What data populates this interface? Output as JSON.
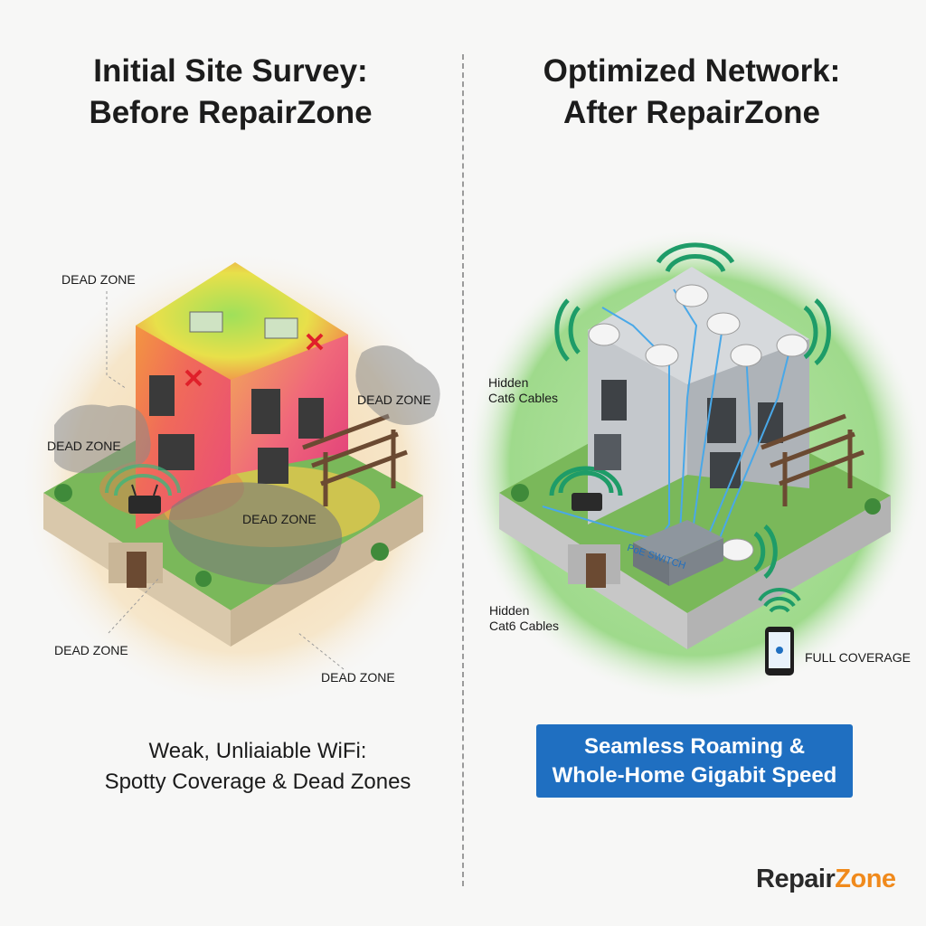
{
  "left_panel": {
    "title_line1": "Initial Site Survey:",
    "title_line2": "Before RepairZone",
    "callouts": {
      "dead_zone_1": "DEAD ZONE",
      "dead_zone_2": "DEAD ZONE",
      "dead_zone_3": "DEAD ZONE",
      "dead_zone_4": "DEAD ZONE",
      "dead_zone_5": "DEAD ZONE",
      "dead_zone_6": "DEAD ZONE"
    },
    "caption_line1": "Weak, Unliaiable WiFi:",
    "caption_line2": "Spotty Coverage & Dead Zones"
  },
  "right_panel": {
    "title_line1": "Optimized Network:",
    "title_line2": "After RepairZone",
    "callouts": {
      "hidden_cables_1_line1": "Hidden",
      "hidden_cables_1_line2": "Cat6 Cables",
      "hidden_cables_2_line1": "Hidden",
      "hidden_cables_2_line2": "Cat6 Cables",
      "full_coverage": "FULL COVERAGE",
      "poe_switch": "PoE SWITCH"
    },
    "caption_line1": "Seamless Roaming &",
    "caption_line2": "Whole-Home Gigabit Speed"
  },
  "logo": {
    "part1": "Repair",
    "part2": "Zone"
  },
  "colors": {
    "caption_box": "#1f6fc1",
    "logo_accent": "#f08a1c",
    "coverage_green": "#8fd47f",
    "weak_glow": "#f6e2bf",
    "wifi_signal": "#1e9c68"
  },
  "icons": [
    "wifi-router-icon",
    "access-point-icon",
    "wifi-signal-icon",
    "smartphone-icon",
    "dead-zone-x-icon",
    "poe-switch-icon"
  ]
}
